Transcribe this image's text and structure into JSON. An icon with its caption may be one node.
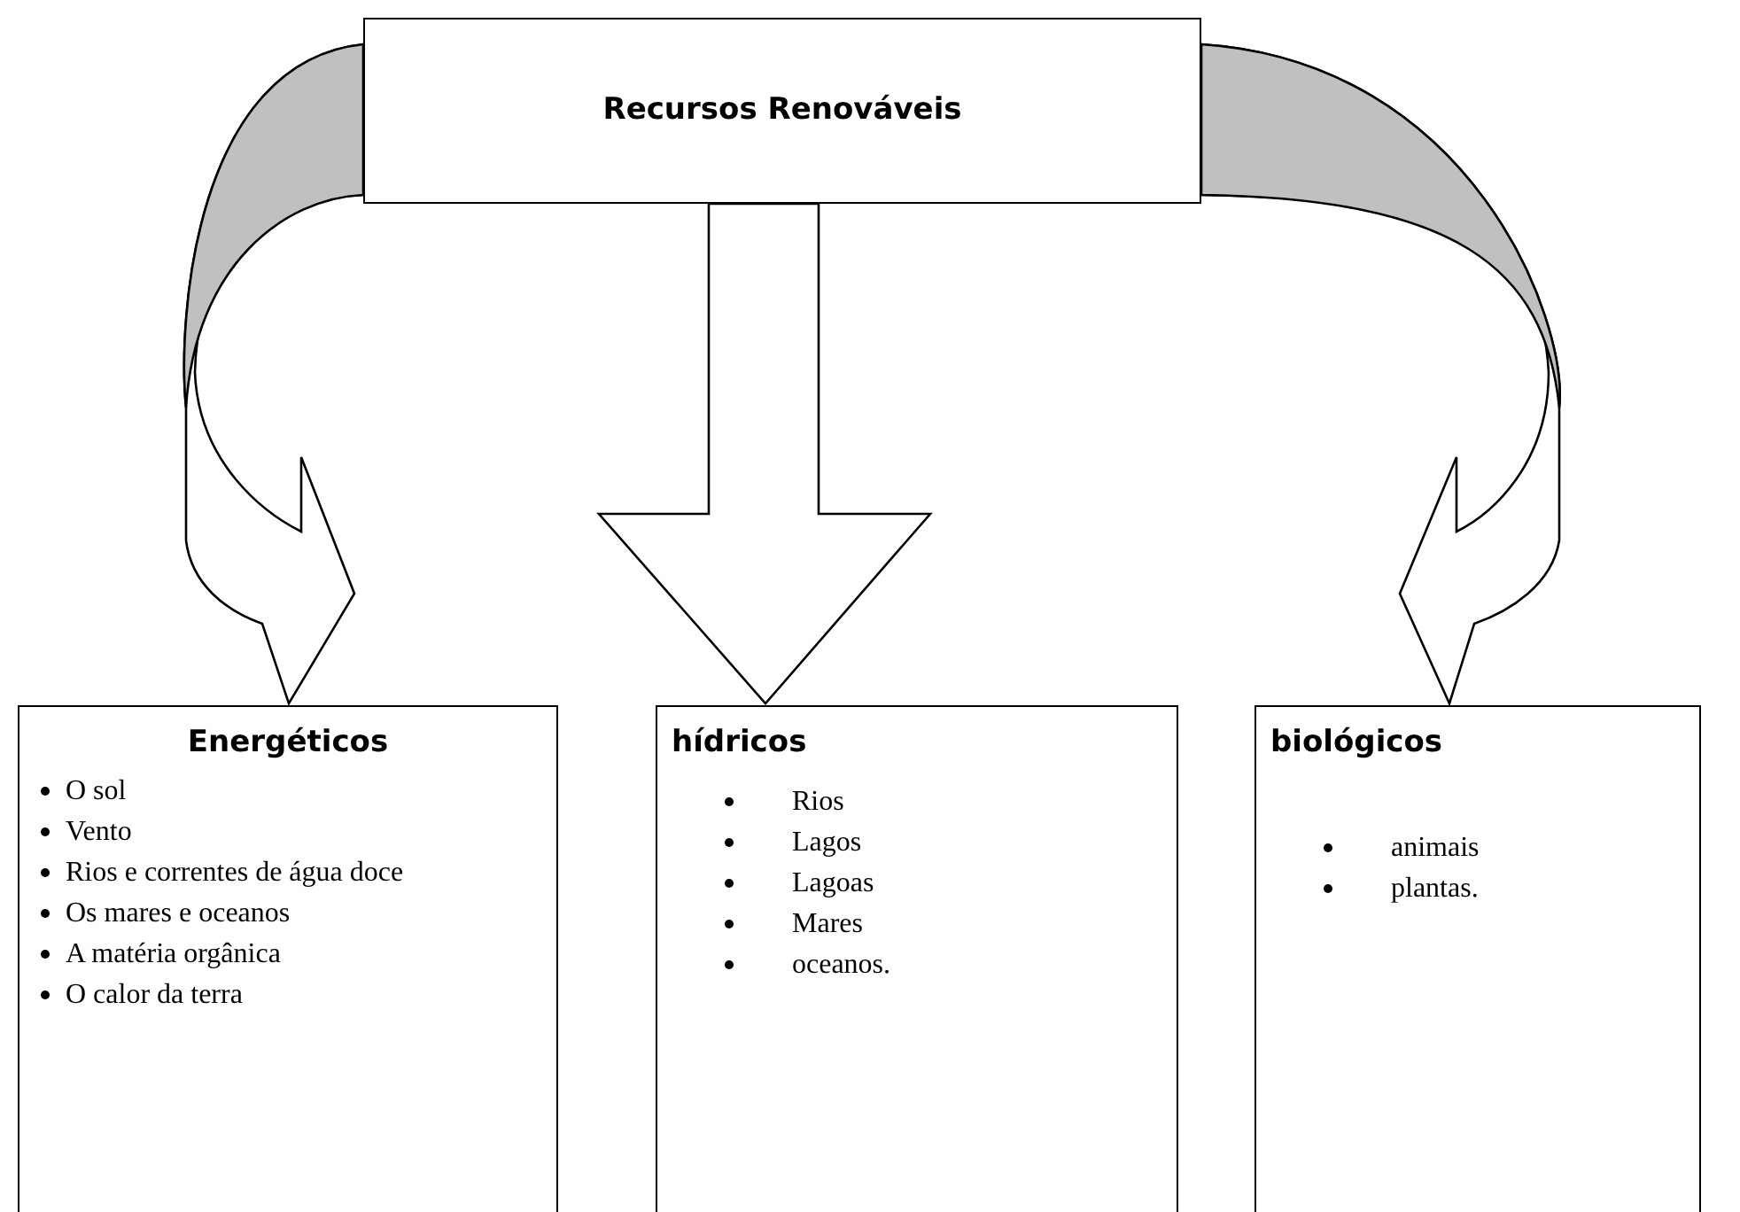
{
  "diagram": {
    "nodes": [
      {
        "text": [
          "Recursos Renováveis"
        ]
      },
      {
        "text": [
          "Energéticos",
          "O sol",
          "Vento",
          "Rios e correntes de água doce",
          "Os mares e oceanos",
          "A matéria orgânica",
          "O calor da terra"
        ]
      },
      {
        "text": [
          "hídricos",
          "Rios",
          "Lagos",
          "Lagoas",
          "Mares",
          "oceanos."
        ]
      },
      {
        "text": [
          "biológicos",
          "animais",
          "plantas."
        ]
      }
    ],
    "edges": [
      {
        "from": 0,
        "to": 1,
        "arrow": "to"
      },
      {
        "from": 0,
        "to": 2,
        "arrow": "to"
      },
      {
        "from": 0,
        "to": 3,
        "arrow": "to"
      }
    ]
  }
}
